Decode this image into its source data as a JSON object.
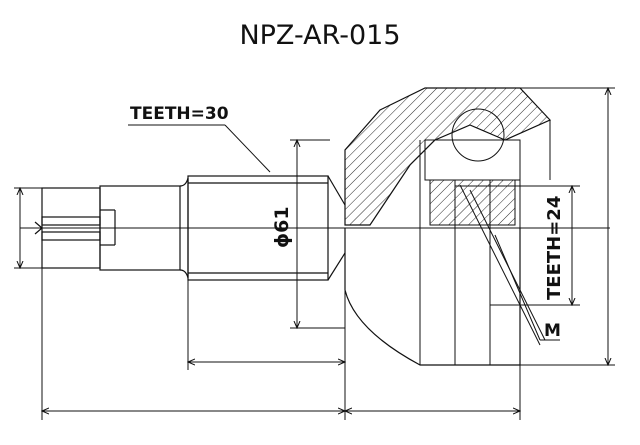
{
  "title": "NPZ-AR-015",
  "labels": {
    "teeth_outer": "TEETH=30",
    "diameter": "ϕ61",
    "teeth_inner": "TEETH=24",
    "thread": "M"
  },
  "colors": {
    "line": "#111111",
    "background": "#ffffff"
  }
}
